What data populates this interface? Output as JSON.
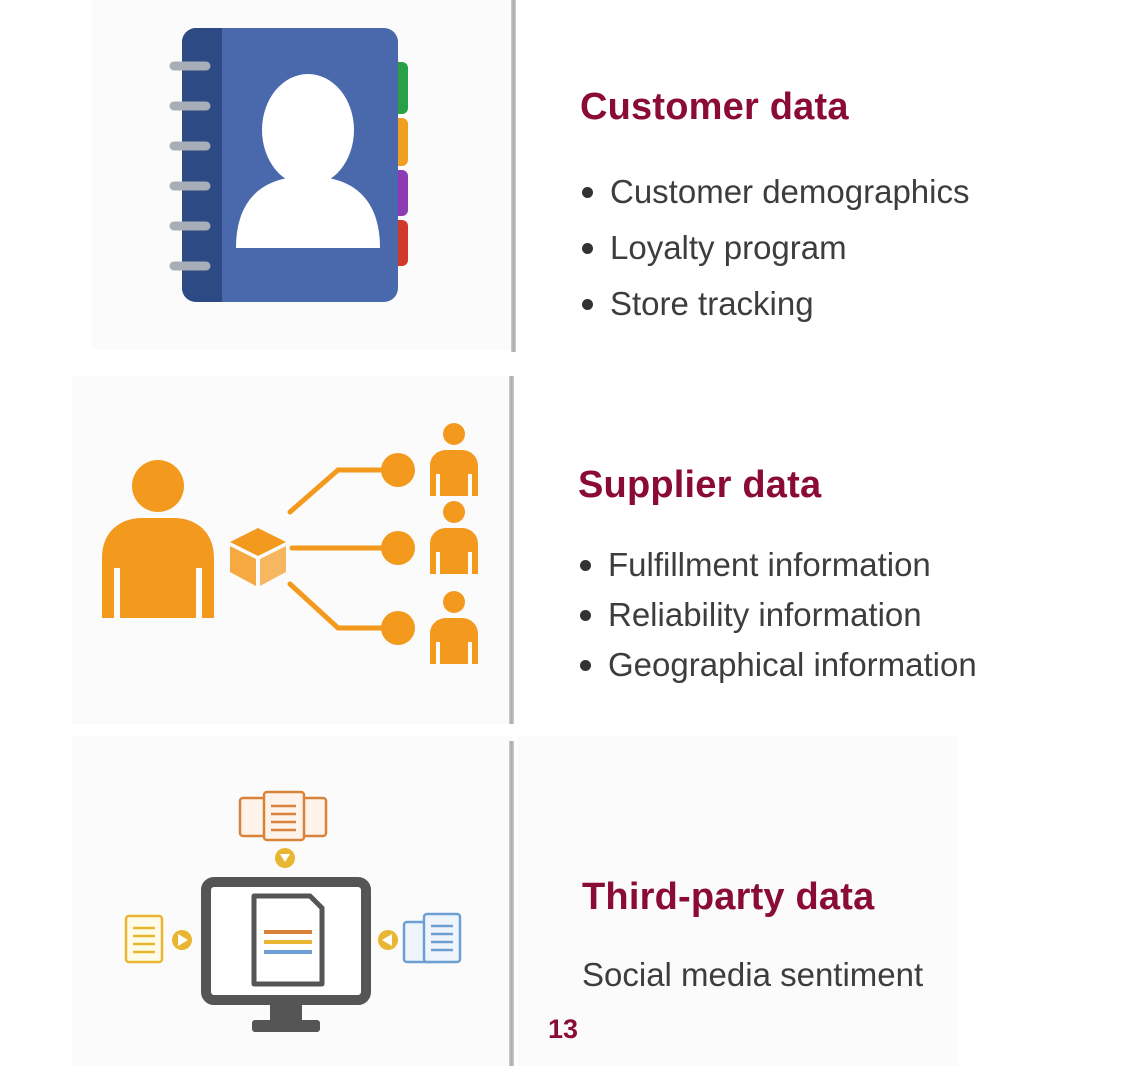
{
  "sections": [
    {
      "title": "Customer data",
      "items": [
        "Customer demographics",
        "Loyalty program",
        "Store tracking"
      ],
      "icon": "address-book-icon"
    },
    {
      "title": "Supplier data",
      "items": [
        "Fulfillment information",
        "Reliability information",
        "Geographical information"
      ],
      "icon": "supplier-network-icon"
    },
    {
      "title": "Third-party data",
      "text": "Social media sentiment",
      "icon": "data-sharing-monitor-icon"
    }
  ],
  "page_number": "13",
  "colors": {
    "title": "#8a0b35",
    "body_text": "#3d3d3d",
    "book_blue": "#4a69ad",
    "book_spine": "#2d4a84",
    "supplier_orange": "#f39a1e",
    "doc_orange": "#d9823a",
    "doc_yellow": "#e8b630",
    "doc_blue": "#6e9fd4",
    "monitor_gray": "#555555"
  }
}
